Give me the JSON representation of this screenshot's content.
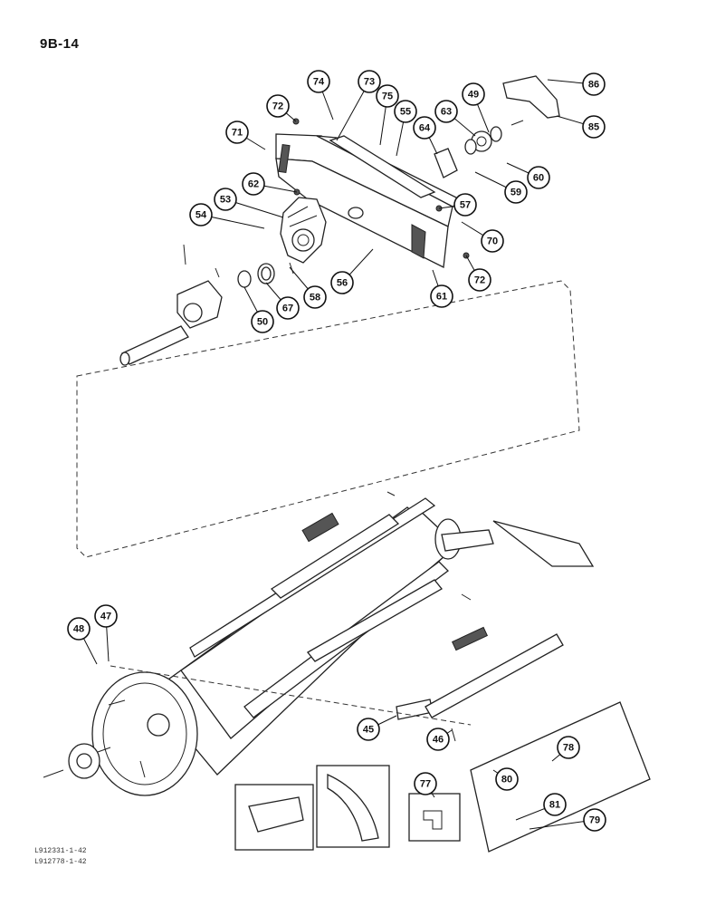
{
  "page": {
    "id": "9B-14"
  },
  "references": [
    "L912331-1-42",
    "L912778-1-42"
  ],
  "callouts": [
    {
      "label": "86"
    },
    {
      "label": "74"
    },
    {
      "label": "73"
    },
    {
      "label": "75"
    },
    {
      "label": "72"
    },
    {
      "label": "49"
    },
    {
      "label": "55"
    },
    {
      "label": "63"
    },
    {
      "label": "85"
    },
    {
      "label": "71"
    },
    {
      "label": "64"
    },
    {
      "label": "60"
    },
    {
      "label": "62"
    },
    {
      "label": "59"
    },
    {
      "label": "53"
    },
    {
      "label": "57"
    },
    {
      "label": "54"
    },
    {
      "label": "70"
    },
    {
      "label": "56"
    },
    {
      "label": "72"
    },
    {
      "label": "58"
    },
    {
      "label": "67"
    },
    {
      "label": "50"
    },
    {
      "label": "61"
    },
    {
      "label": "47"
    },
    {
      "label": "48"
    },
    {
      "label": "45"
    },
    {
      "label": "46"
    },
    {
      "label": "77"
    },
    {
      "label": "78"
    },
    {
      "label": "80"
    },
    {
      "label": "81"
    },
    {
      "label": "79"
    }
  ]
}
